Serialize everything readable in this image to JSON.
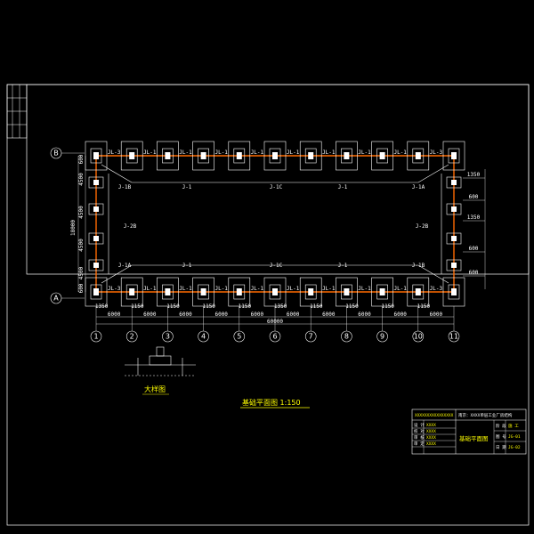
{
  "drawing": {
    "grid_cols": [
      "1",
      "2",
      "3",
      "4",
      "5",
      "6",
      "7",
      "8",
      "9",
      "10",
      "11"
    ],
    "grid_rows": [
      "B",
      "A"
    ],
    "col_spacing": "6000",
    "bays": [
      "6000",
      "6000",
      "6000",
      "6000",
      "6000",
      "6000",
      "6000",
      "6000",
      "6000",
      "6000"
    ],
    "overall_length": "60000",
    "overall_width": "18000",
    "side_dims": [
      "600",
      "4500",
      "4500",
      "4500",
      "4500",
      "600"
    ],
    "right_elev_labels": [
      "1350",
      "600",
      "1350",
      "600",
      "600"
    ],
    "col_offsets": [
      "1350",
      "1150",
      "1150",
      "1150",
      "1150"
    ],
    "footing_labels_top": [
      "J-1B",
      "J-1",
      "J-1C",
      "J-1",
      "J-1A"
    ],
    "footing_labels_bottom": [
      "J-1A",
      "J-1",
      "J-1C",
      "J-1",
      "J-1B"
    ],
    "footing_labels_side": [
      "J-2B",
      "J-2B"
    ],
    "beam_labels": [
      "JL-3",
      "JL-1",
      "JL-1",
      "JL-1",
      "JL-1",
      "JL-1",
      "JL-3"
    ],
    "detail_title": "大样图",
    "plan_title": "基础平面图 1:150"
  },
  "title_block": {
    "project": "南京：XXXX单层工业厂房结构",
    "drawing_name": "基础平面图",
    "company_line": "XXXXXXXXXXXXXXXX",
    "rows": [
      {
        "k": "设 计",
        "v": "XXXX"
      },
      {
        "k": "校 对",
        "v": "XXXX"
      },
      {
        "k": "审 核",
        "v": "XXXX"
      },
      {
        "k": "审 定",
        "v": "XXXX"
      }
    ],
    "phase_k": "阶 段",
    "phase_v": "施 工",
    "no_k": "图 号",
    "no_v": "JG-01",
    "date_k": "日 期",
    "date_v": "JG-02"
  },
  "colors": {
    "bg": "#000000",
    "line": "#ffffff",
    "beam": "#ff6a00",
    "text_accent": "#ffff00",
    "cyan": "#00ffff"
  }
}
